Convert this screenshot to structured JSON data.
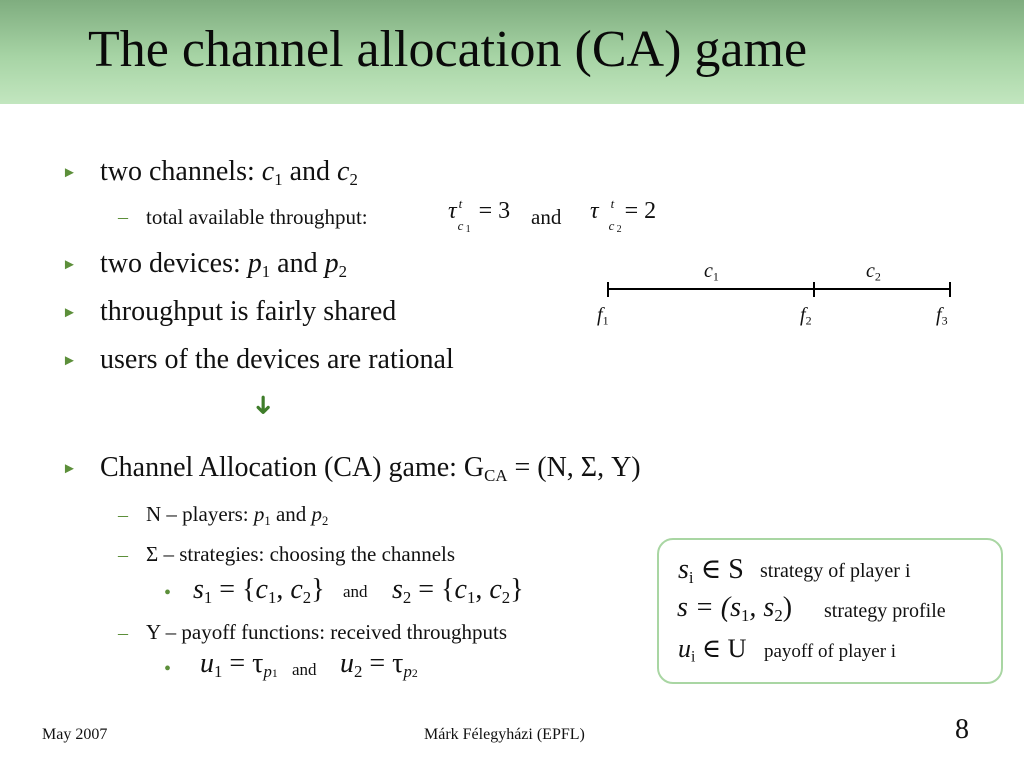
{
  "title": "The channel allocation (CA) game",
  "bullets": {
    "b1": {
      "text": "two channels: ",
      "v1": "c",
      "s1": "1",
      "and": " and ",
      "v2": "c",
      "s2": "2"
    },
    "b1_sub": {
      "text": "total available throughput:",
      "tau1": "τ",
      "sup1": "t",
      "sub1": "c",
      "subsub1": "1",
      "eq1": "= 3",
      "and": "and",
      "tau2": "τ",
      "sup2": "t",
      "sub2": "c",
      "subsub2": "2",
      "eq2": "= 2"
    },
    "b2": {
      "text": "two devices: ",
      "v1": "p",
      "s1": "1",
      "and": " and ",
      "v2": "p",
      "s2": "2"
    },
    "b3": {
      "text": "throughput is fairly shared"
    },
    "b4": {
      "text": "users of the devices are rational"
    },
    "arrow": "➜",
    "b5": {
      "text": "Channel Allocation (CA) game: G",
      "sub": "CA",
      "rest": " = (N, Σ, Y)"
    },
    "b5_n": {
      "text": "N – players: ",
      "v1": "p",
      "s1": "1",
      "and": " and ",
      "v2": "p",
      "s2": "2"
    },
    "b5_s": {
      "text": "Σ – strategies: choosing the channels"
    },
    "b5_s_sub": {
      "s1": "s",
      "s1i": "1",
      "eq1": " = {",
      "c1": "c",
      "c1i": "1",
      "comma1": ", ",
      "c2": "c",
      "c2i": "2",
      "end1": "}",
      "and": "and",
      "s2": "s",
      "s2i": "2",
      "eq2": " = {",
      "c3": "c",
      "c3i": "1",
      "comma2": ", ",
      "c4": "c",
      "c4i": "2",
      "end2": "}"
    },
    "b5_y": {
      "text": "Y – payoff functions: received throughputs"
    },
    "b5_y_sub": {
      "u1": "u",
      "u1i": "1",
      "eq1": " = τ",
      "p1": "p",
      "p1i": "1",
      "and": "and",
      "u2": "u",
      "u2i": "2",
      "eq2": " = τ",
      "p2": "p",
      "p2i": "2"
    }
  },
  "diagram": {
    "c1": "c",
    "c1i": "1",
    "c2": "c",
    "c2i": "2",
    "f1": "f",
    "f1i": "1",
    "f2": "f",
    "f2i": "2",
    "f3": "f",
    "f3i": "3"
  },
  "legend": {
    "r1": {
      "sym": "s",
      "symi": "i",
      "op": " ∈ S",
      "text": "strategy of player i"
    },
    "r2": {
      "sym": "s = (s",
      "i1": "1",
      "mid": ", s",
      "i2": "2",
      "end": ")",
      "text": "strategy profile"
    },
    "r3": {
      "sym": "u",
      "symi": "i",
      "op": " ∈ U",
      "text": "payoff of player i"
    }
  },
  "footer": {
    "date": "May 2007",
    "author": "Márk Félegyházi (EPFL)",
    "page": "8"
  },
  "colors": {
    "title_band_top": "#7fad7f",
    "title_band_bottom": "#c2e6bf",
    "bullet_accent": "#5c8f3a",
    "box_border": "#a9d6a3"
  }
}
